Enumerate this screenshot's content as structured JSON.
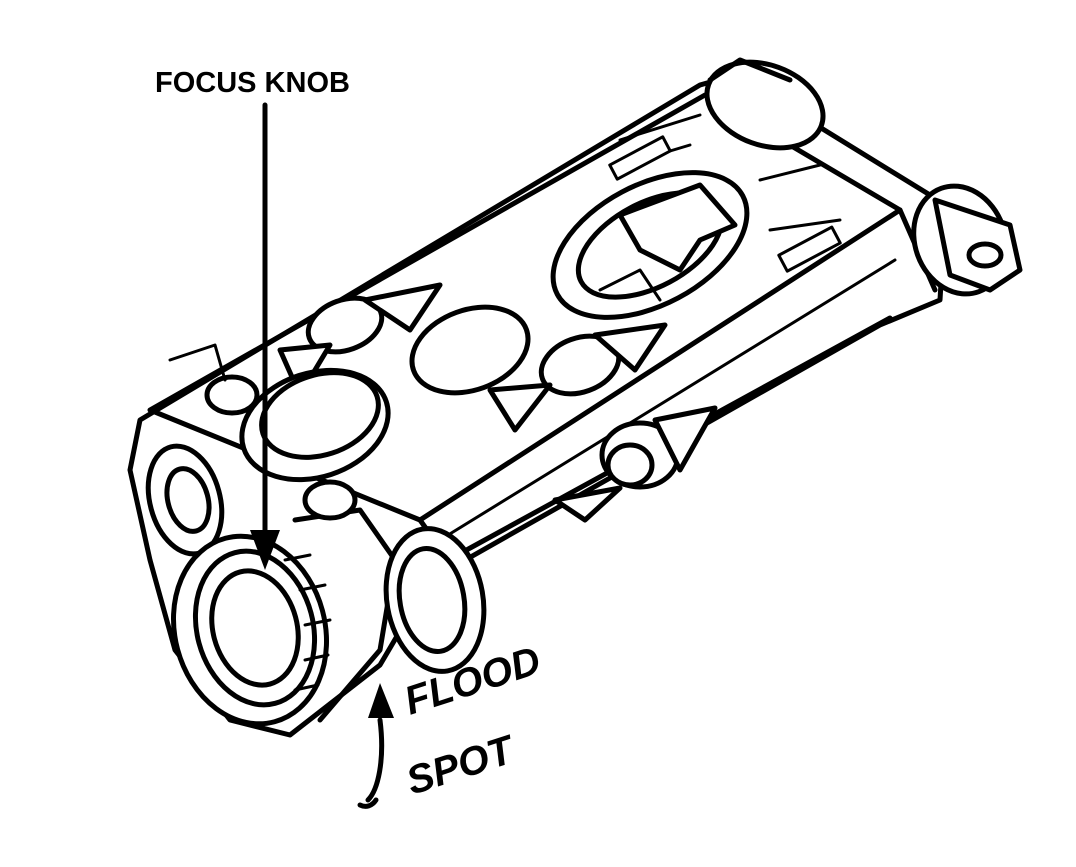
{
  "callouts": {
    "focus_knob": "FOCUS KNOB"
  },
  "knob_directions": {
    "flood": "FLOOD",
    "spot": "SPOT"
  },
  "colors": {
    "ink": "#000000",
    "paper": "#ffffff"
  }
}
